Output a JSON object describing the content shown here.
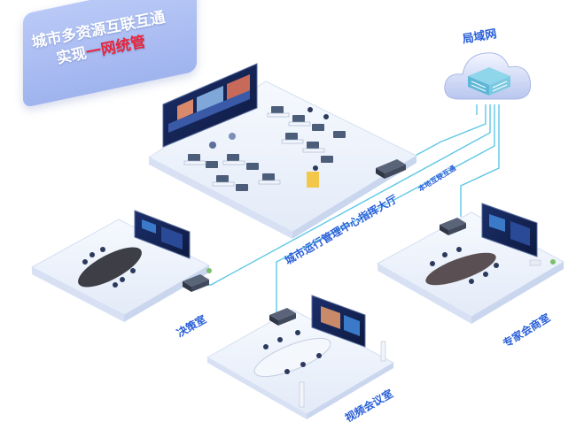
{
  "banner": {
    "line1": "城市多资源互联互通",
    "line2_prefix": "实现",
    "line2_accent": "一网统管"
  },
  "labels": {
    "lan": "局域网",
    "local_link": "本地互联互通",
    "command_hall": "城市运行管理中心指挥大厅",
    "decision_room": "决策室",
    "expert_room": "专家会商室",
    "video_room": "视频会议室"
  },
  "colors": {
    "label_blue": "#2a5fd8",
    "accent_red": "#e8253a",
    "line_cyan": "#5fc7e6",
    "platform": "#eef3fb"
  }
}
